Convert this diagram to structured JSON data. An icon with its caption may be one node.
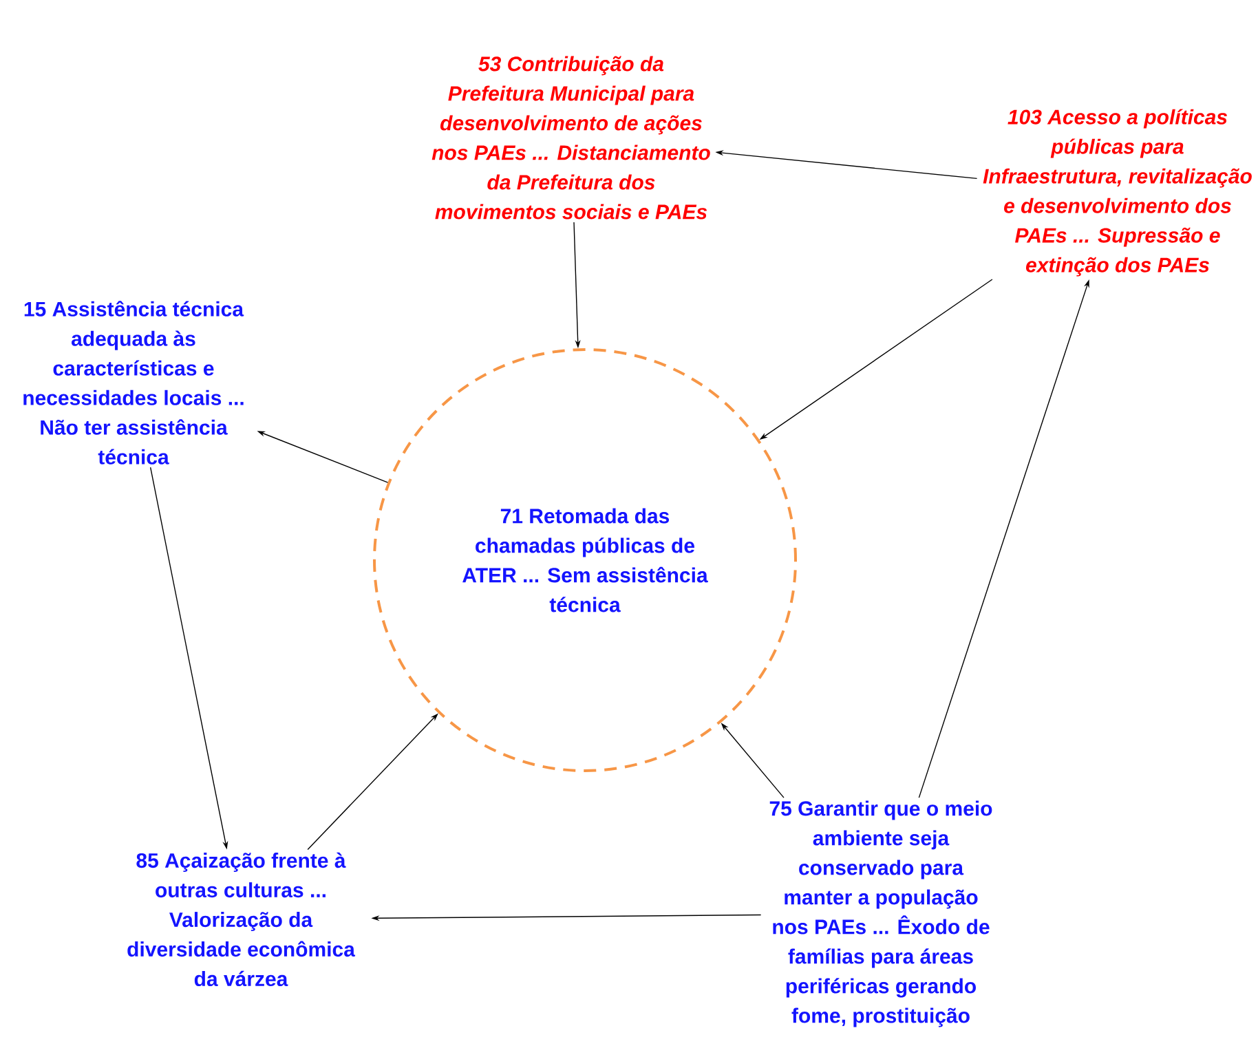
{
  "diagram": {
    "nodes": [
      {
        "text": [
          "53 Contribuição da Prefeitura Municipal para desenvolvimento de ações nos PAEs ... Distanciamento da Prefeitura dos movimentos sociais e PAEs"
        ]
      },
      {
        "text": [
          "103 Acesso a políticas públicas para Infraestrutura, revitalização e desenvolvimento dos PAEs ... Supressão e extinção dos PAEs"
        ]
      },
      {
        "text": [
          "15 Assistência técnica adequada às características e necessidades locais ... Não ter assistência técnica"
        ]
      },
      {
        "text": [
          "71 Retomada das chamadas públicas de ATER ... Sem assistência técnica"
        ]
      },
      {
        "text": [
          "85 Açaização frente à outras culturas ... Valorização da diversidade econômica da várzea"
        ]
      },
      {
        "text": [
          "75 Garantir que o meio ambiente seja conservado para manter a população nos PAEs ... Êxodo de famílias para áreas periféricas gerando fome, prostituição"
        ]
      }
    ],
    "edges": [
      {
        "from": 1,
        "to": 0,
        "arrow": "to"
      },
      {
        "from": 0,
        "to": 3,
        "arrow": "to"
      },
      {
        "from": 1,
        "to": 3,
        "arrow": "to"
      },
      {
        "from": 3,
        "to": 2,
        "arrow": "to"
      },
      {
        "from": 2,
        "to": 4,
        "arrow": "to"
      },
      {
        "from": 4,
        "to": 3,
        "arrow": "to"
      },
      {
        "from": 5,
        "to": 3,
        "arrow": "to"
      },
      {
        "from": 5,
        "to": 4,
        "arrow": "to"
      },
      {
        "from": 5,
        "to": 1,
        "arrow": "to"
      }
    ]
  }
}
